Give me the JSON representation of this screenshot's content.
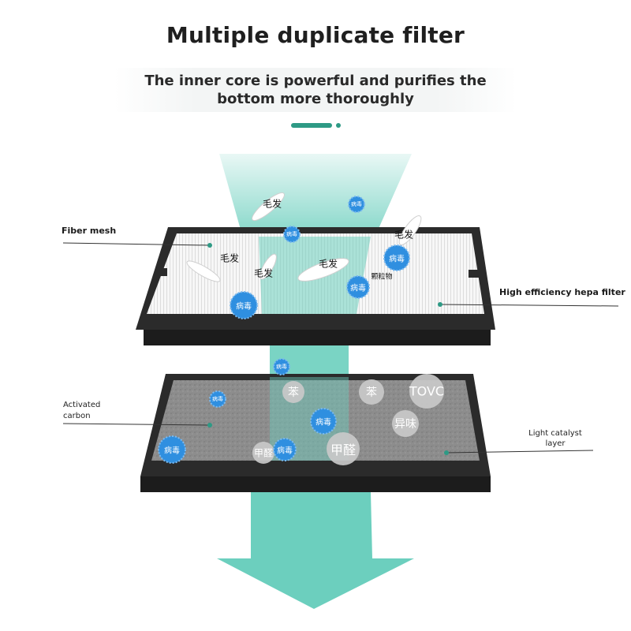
{
  "header": {
    "title": "Multiple duplicate filter",
    "subtitle_line1": "The inner core is powerful and purifies the",
    "subtitle_line2": "bottom more thoroughly"
  },
  "colors": {
    "airflow": "#6ccfbe",
    "accent": "#2e9a85",
    "virus": "#2f8fe0",
    "frame": "#2b2b2b",
    "carbon": "#8a8a8a",
    "pollutant_bubble": "#c9c9c9"
  },
  "labels": {
    "fiber_mesh": "Fiber mesh",
    "hepa": "High efficiency hepa filter",
    "carbon_line1": "Activated",
    "carbon_line2": "carbon",
    "catalyst_line1": "Light catalyst",
    "catalyst_line2": "layer"
  },
  "hair_tags": [
    "毛发",
    "毛发",
    "毛发",
    "毛发",
    "毛发"
  ],
  "particle_tag": "颗粒物",
  "viruses_top": [
    "病毒",
    "病毒",
    "病毒",
    "病毒",
    "病毒",
    "病毒"
  ],
  "viruses_bottom": [
    "病毒",
    "病毒",
    "病毒",
    "病毒"
  ],
  "pollutants": [
    "苯",
    "苯",
    "TOVC",
    "异味",
    "甲醛",
    "甲醛"
  ]
}
